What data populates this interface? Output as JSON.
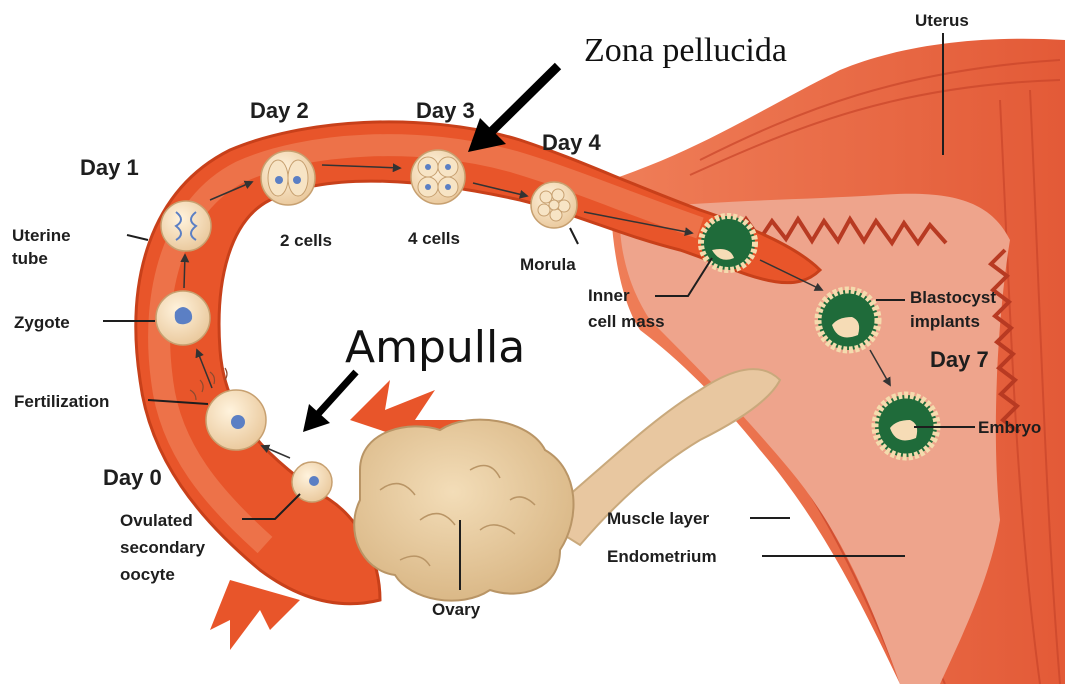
{
  "labels": {
    "uterus": "Uterus",
    "zona_pellucida": "Zona pellucida",
    "day2": "Day 2",
    "day3": "Day 3",
    "day4": "Day 4",
    "day1": "Day 1",
    "uterine_tube_1": "Uterine",
    "uterine_tube_2": "tube",
    "two_cells": "2 cells",
    "four_cells": "4 cells",
    "morula": "Morula",
    "inner_cell_mass_1": "Inner",
    "inner_cell_mass_2": "cell mass",
    "zygote": "Zygote",
    "ampulla": "Ampulla",
    "blastocyst_1": "Blastocyst",
    "blastocyst_2": "implants",
    "day7": "Day 7",
    "fertilization": "Fertilization",
    "embryo": "Embryo",
    "day0": "Day 0",
    "ovulated_1": "Ovulated",
    "ovulated_2": "secondary",
    "ovulated_3": "oocyte",
    "muscle_layer": "Muscle layer",
    "endometrium": "Endometrium",
    "ovary": "Ovary"
  },
  "colors": {
    "tube": "#e8552a",
    "tube_inner": "#f08a62",
    "uterus_wall": "#e2593a",
    "endometrium": "#eea48c",
    "ovary": "#e6c9a0",
    "cell": "#f6dcb6",
    "nucleus": "#5b7fc4",
    "embryo_green": "#1f6b3a"
  }
}
